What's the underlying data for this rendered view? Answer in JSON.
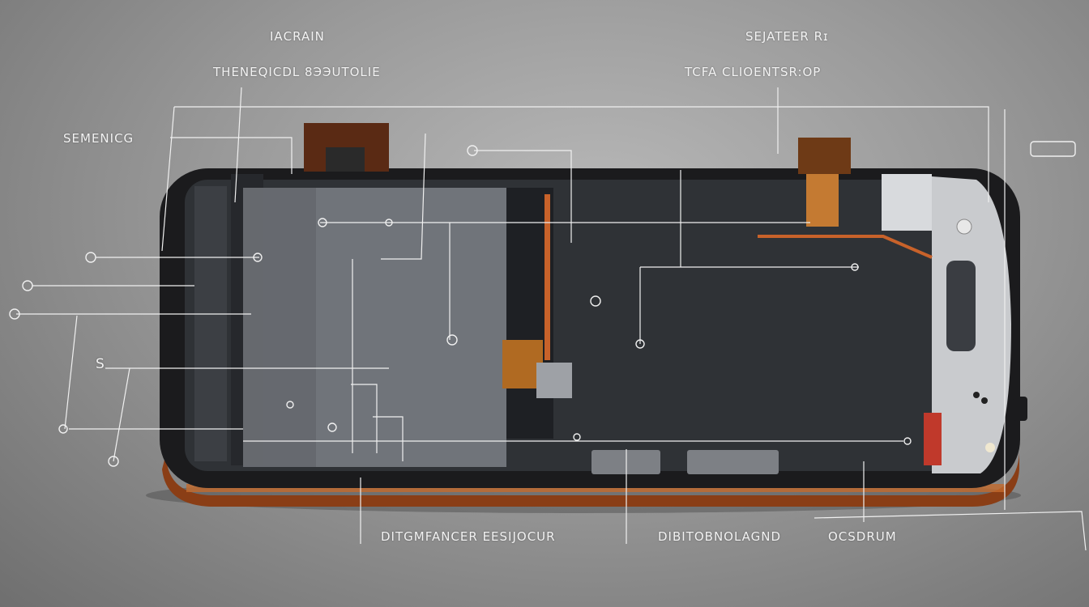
{
  "labels": {
    "top_left_title": "ΙΑCRAIN",
    "top_left_sub": "THENEQICDL 8ЭЭUTOLIE",
    "top_right_title": "SEJATEER Rɪ",
    "top_right_sub": "TCFA CLIOENTSR:OP",
    "left_side": "SEMENICG",
    "small_s": "S",
    "bottom_left": "DITGMFANCER ЕЕSIJOCUR",
    "bottom_mid": "DIBITOBNOLAGND",
    "bottom_right": "OCSDRUM"
  },
  "colors": {
    "background": "#9a9a9a",
    "frame": "#1b1b1d",
    "screen": "#2f3236",
    "panel": "#767a80",
    "copper": "#b8561e",
    "line": "#f0f0f0"
  }
}
